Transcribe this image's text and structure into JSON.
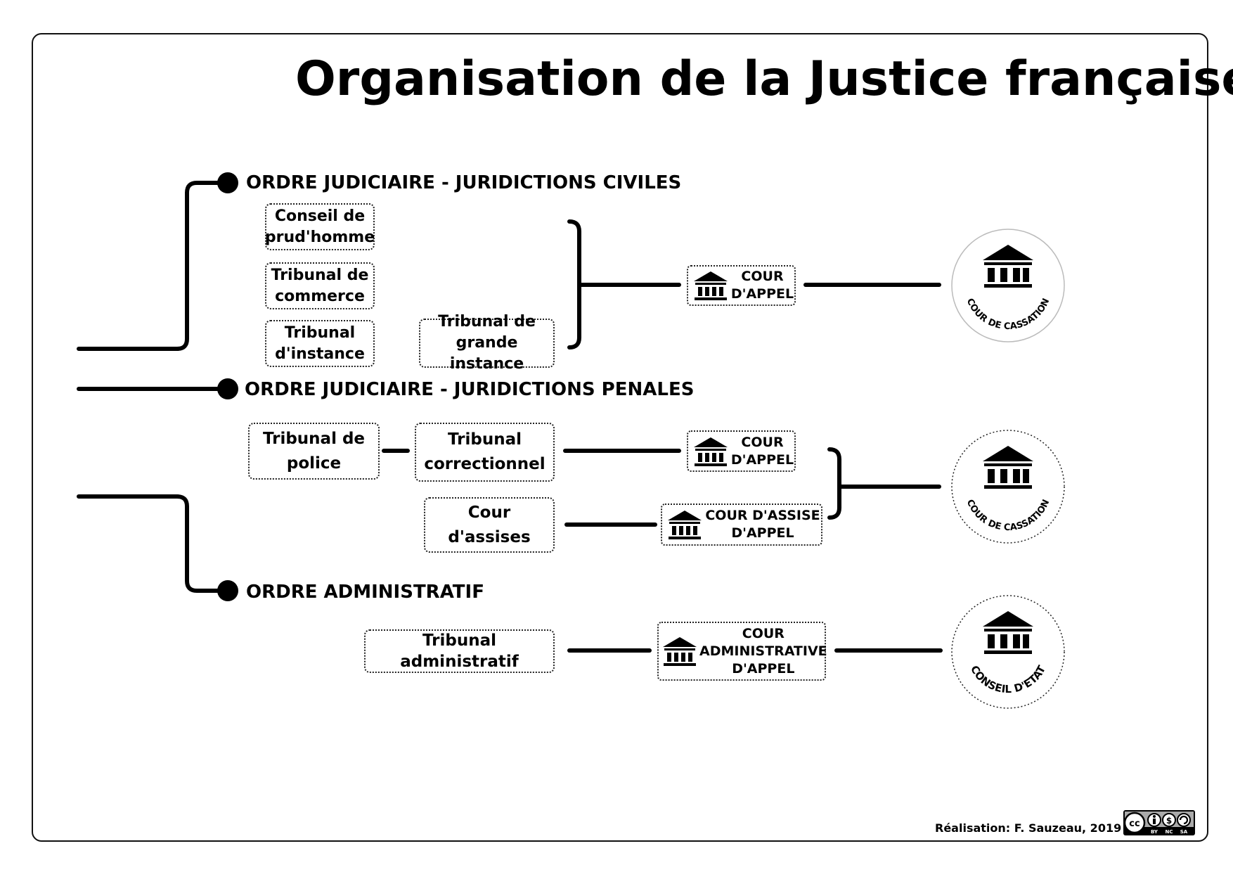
{
  "title": "Organisation de la Justice française",
  "sections": {
    "civil": "ORDRE JUDICIAIRE - JURIDICTIONS CIVILES",
    "penal": "ORDRE JUDICIAIRE - JURIDICTIONS PENALES",
    "admin": "ORDRE ADMINISTRATIF"
  },
  "civil": {
    "conseil_prudhomme": [
      "Conseil de",
      "prud'homme"
    ],
    "tribunal_commerce": [
      "Tribunal de",
      "commerce"
    ],
    "tribunal_instance": [
      "Tribunal",
      "d'instance"
    ],
    "tribunal_grande_instance": [
      "Tribunal de",
      "grande instance"
    ],
    "cour_appel": [
      "COUR",
      "D'APPEL"
    ],
    "supreme": "COUR DE CASSATION"
  },
  "penal": {
    "tribunal_police": [
      "Tribunal de",
      "police"
    ],
    "tribunal_correctionnel": [
      "Tribunal",
      "correctionnel"
    ],
    "cour_assises": [
      "Cour",
      "d'assises"
    ],
    "cour_appel": [
      "COUR",
      "D'APPEL"
    ],
    "cour_assise_appel": [
      "COUR D'ASSISE",
      "D'APPEL"
    ],
    "supreme": "COUR DE CASSATION"
  },
  "admin": {
    "tribunal_administratif": "Tribunal administratif",
    "cour_admin_appel": [
      "COUR",
      "ADMINISTRATIVE",
      "D'APPEL"
    ],
    "supreme": "CONSEIL D'ETAT"
  },
  "credit": "Réalisation: F. Sauzeau, 2019",
  "license": {
    "cc": "cc",
    "by": "BY",
    "nc": "NC",
    "sa": "SA"
  },
  "icons": {
    "court": "courthouse-icon"
  }
}
